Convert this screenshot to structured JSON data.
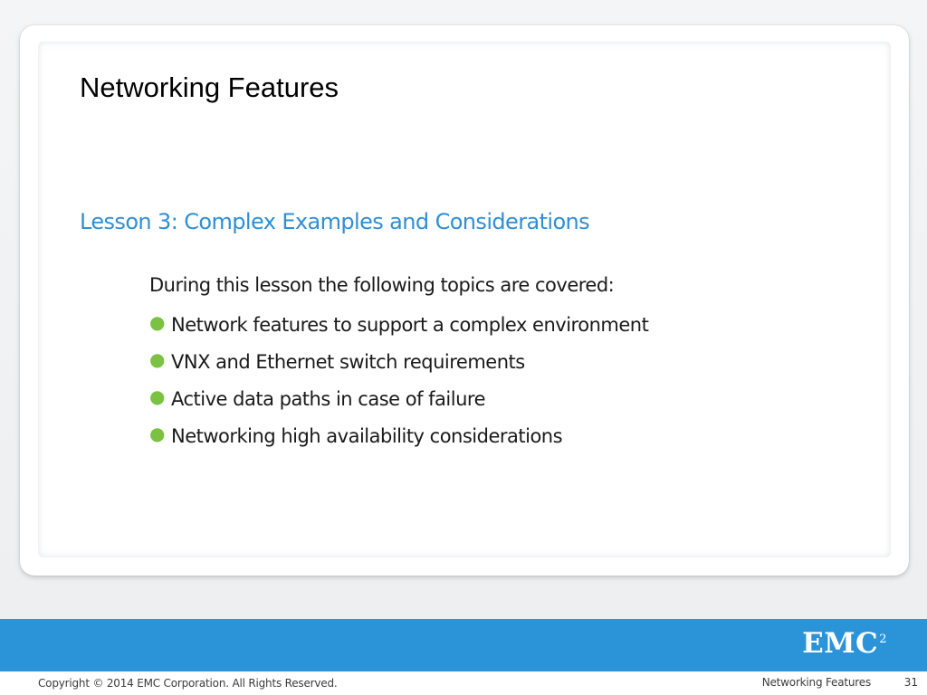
{
  "slide": {
    "title": "Networking Features",
    "subtitle": "Lesson 3: Complex Examples and Considerations",
    "intro": "During this lesson the following topics are covered:",
    "bullets": [
      "Network features to support a complex environment",
      "VNX and Ethernet switch requirements",
      "Active data paths in case of failure",
      "Networking high availability considerations"
    ]
  },
  "footer": {
    "logo_text": "EMC",
    "logo_superscript": "2",
    "copyright": "Copyright © 2014 EMC Corporation. All Rights Reserved.",
    "section": "Networking Features",
    "page_number": "31"
  },
  "colors": {
    "accent_blue": "#2f8fd6",
    "footer_bar_blue": "#2b94d9",
    "bullet_green": "#7cc242"
  },
  "icons": {
    "bullet": "bullet-dot-icon",
    "logo": "emc-logo"
  }
}
